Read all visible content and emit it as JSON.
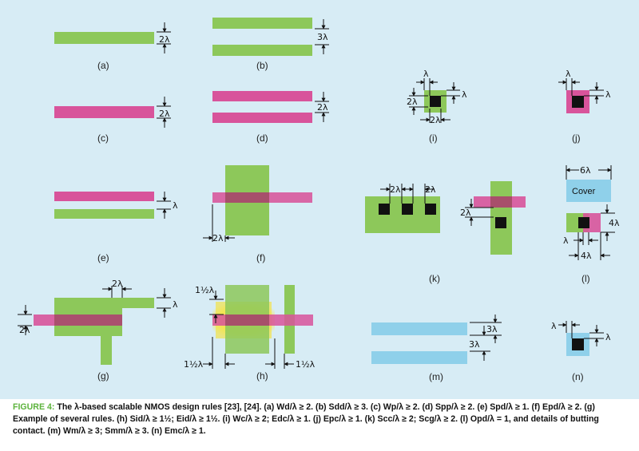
{
  "labels": {
    "a": "(a)",
    "b": "(b)",
    "c": "(c)",
    "d": "(d)",
    "e": "(e)",
    "f": "(f)",
    "g": "(g)",
    "h": "(h)",
    "i": "(i)",
    "j": "(j)",
    "k": "(k)",
    "l": "(l)",
    "m": "(m)",
    "n": "(n)"
  },
  "dims": {
    "two": "2λ",
    "three": "3λ",
    "four": "4λ",
    "six": "6λ",
    "one": "λ",
    "one_half": "1½λ",
    "one_half_left": "1½λ",
    "one_half_right": "1½λ"
  },
  "cover": "Cover",
  "caption": {
    "title": "FIGURE 4:",
    "text": "The λ-based scalable NMOS design rules [23], [24]. (a) Wd/λ ≥ 2. (b) Sdd/λ ≥ 3. (c) Wp/λ ≥ 2. (d) Spp/λ ≥ 2. (e) Spd/λ ≥ 1. (f) Epd/λ ≥ 2. (g) Example of several rules. (h) Sid/λ ≥ 1½; Eid/λ ≥ 1½. (i) Wc/λ ≥ 2; Edc/λ ≥ 1. (j) Epc/λ ≥ 1. (k) Scc/λ ≥ 2; Scg/λ ≥ 2. (l) Opd/λ = 1, and details of butting contact. (m) Wm/λ ≥ 3; Smm/λ ≥ 3. (n) Emc/λ ≥ 1."
  },
  "colors": {
    "panel": "#d7ecf5",
    "diffusion": "#8dc85a",
    "polysilicon": "#d8549b",
    "metal": "#8fd0ea",
    "implant": "#f2e24a",
    "contact": "#111111",
    "caption_accent": "#5cb33c"
  }
}
